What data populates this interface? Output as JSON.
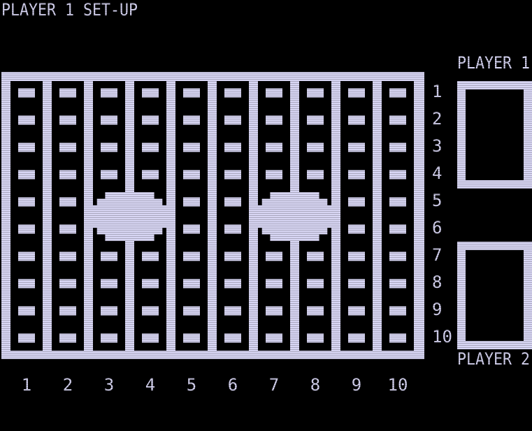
{
  "screen": {
    "title": "PLAYER 1 SET-UP",
    "player1_label": "PLAYER 1",
    "player2_label": "PLAYER 2"
  },
  "board": {
    "columns": [
      "1",
      "2",
      "3",
      "4",
      "5",
      "6",
      "7",
      "8",
      "9",
      "10"
    ],
    "rows": [
      "1",
      "2",
      "3",
      "4",
      "5",
      "6",
      "7",
      "8",
      "9",
      "10"
    ],
    "lakes": [
      {
        "cols": [
          3,
          4
        ],
        "rows": [
          5,
          6
        ]
      },
      {
        "cols": [
          7,
          8
        ],
        "rows": [
          5,
          6
        ]
      }
    ]
  },
  "colors": {
    "foreground": "#d8d6f4",
    "background": "#000000"
  }
}
